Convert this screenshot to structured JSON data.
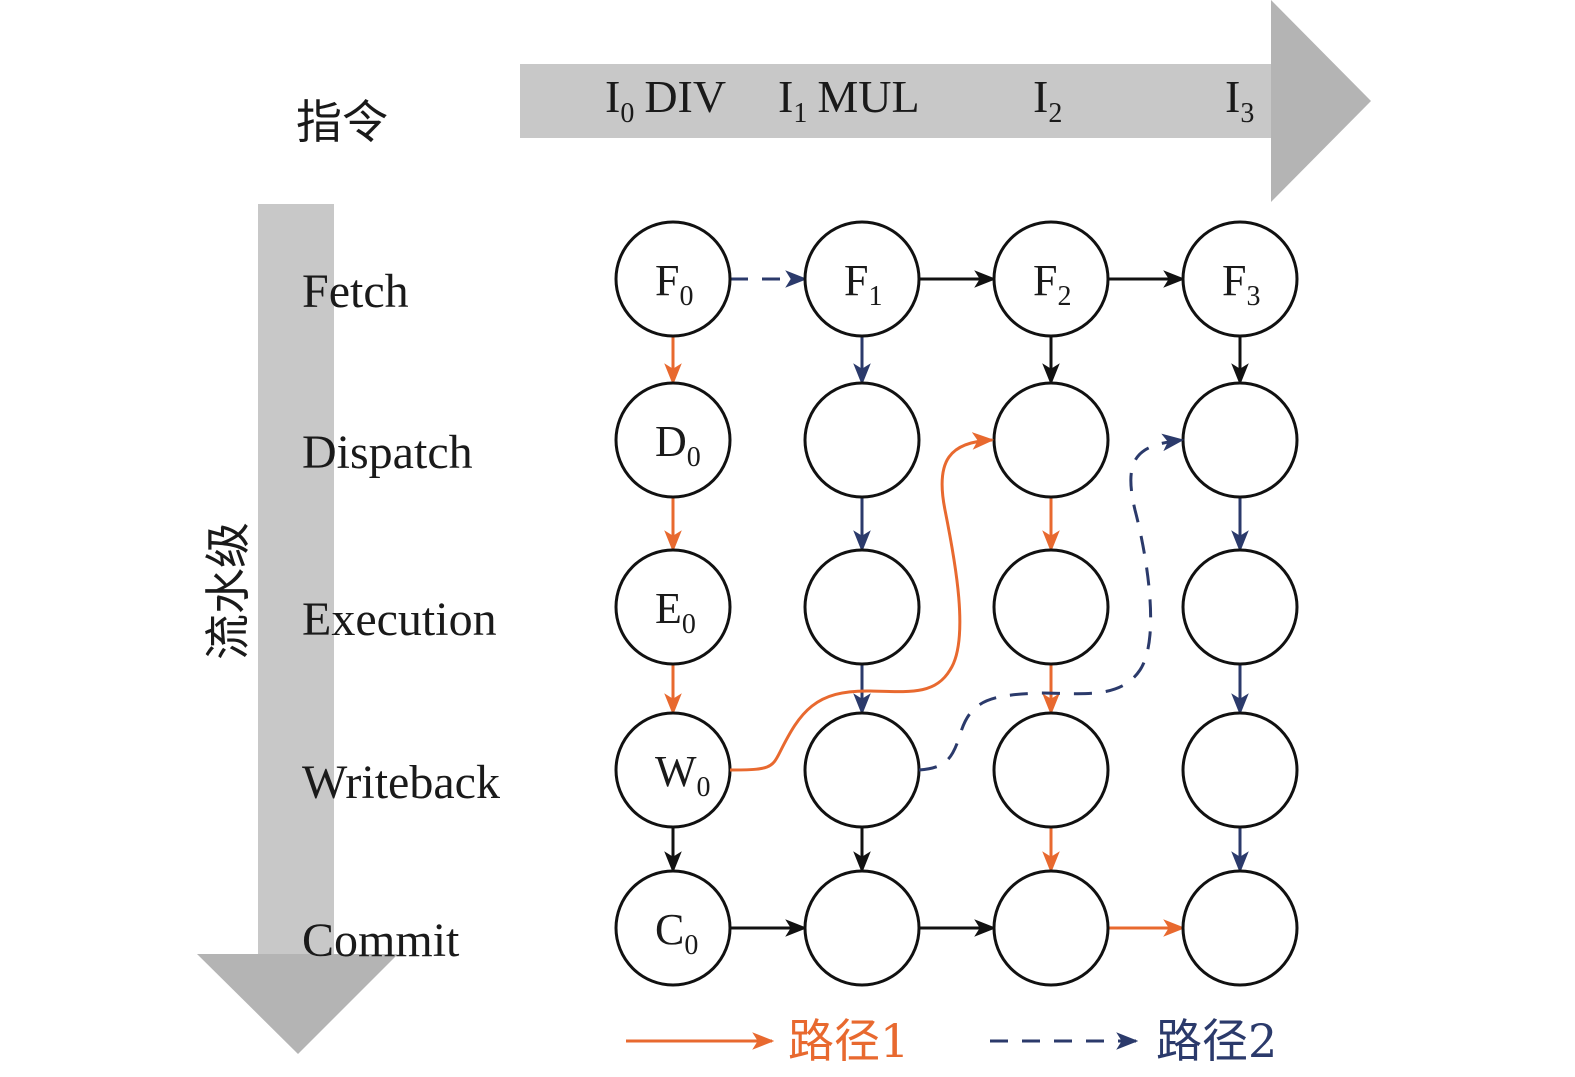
{
  "axes": {
    "instruction_label": "指令",
    "stage_label": "流水级",
    "instructions": [
      {
        "name": "I",
        "sub": "0",
        "op": "DIV"
      },
      {
        "name": "I",
        "sub": "1",
        "op": "MUL"
      },
      {
        "name": "I",
        "sub": "2",
        "op": ""
      },
      {
        "name": "I",
        "sub": "3",
        "op": ""
      }
    ],
    "stages": [
      "Fetch",
      "Dispatch",
      "Execution",
      "Writeback",
      "Commit"
    ]
  },
  "nodes": [
    [
      "F|0",
      "F|1",
      "F|2",
      "F|3"
    ],
    [
      "D|0",
      "",
      "",
      ""
    ],
    [
      "E|0",
      "",
      "",
      ""
    ],
    [
      "W|0",
      "",
      "",
      ""
    ],
    [
      "C|0",
      "",
      "",
      ""
    ]
  ],
  "colors": {
    "path1": "#e8692f",
    "path2": "#2b3a6b",
    "default": "#111111",
    "arrow_bar": "#c8c8c8",
    "arrow_head": "#b4b4b4"
  },
  "edges": {
    "vertical": [
      [
        "path1",
        "path2",
        "default",
        "default"
      ],
      [
        "path1",
        "path2",
        "path1",
        "path2"
      ],
      [
        "path1",
        "path2",
        "path1",
        "path2"
      ],
      [
        "default",
        "default",
        "path1",
        "path2"
      ]
    ],
    "horizontal_fetch": [
      "path2-dashed",
      "default",
      "default"
    ],
    "horizontal_commit": [
      "default",
      "default",
      "path1"
    ]
  },
  "legend": [
    {
      "label": "路径1",
      "style": "solid",
      "color_key": "path1"
    },
    {
      "label": "路径2",
      "style": "dashed",
      "color_key": "path2"
    }
  ]
}
